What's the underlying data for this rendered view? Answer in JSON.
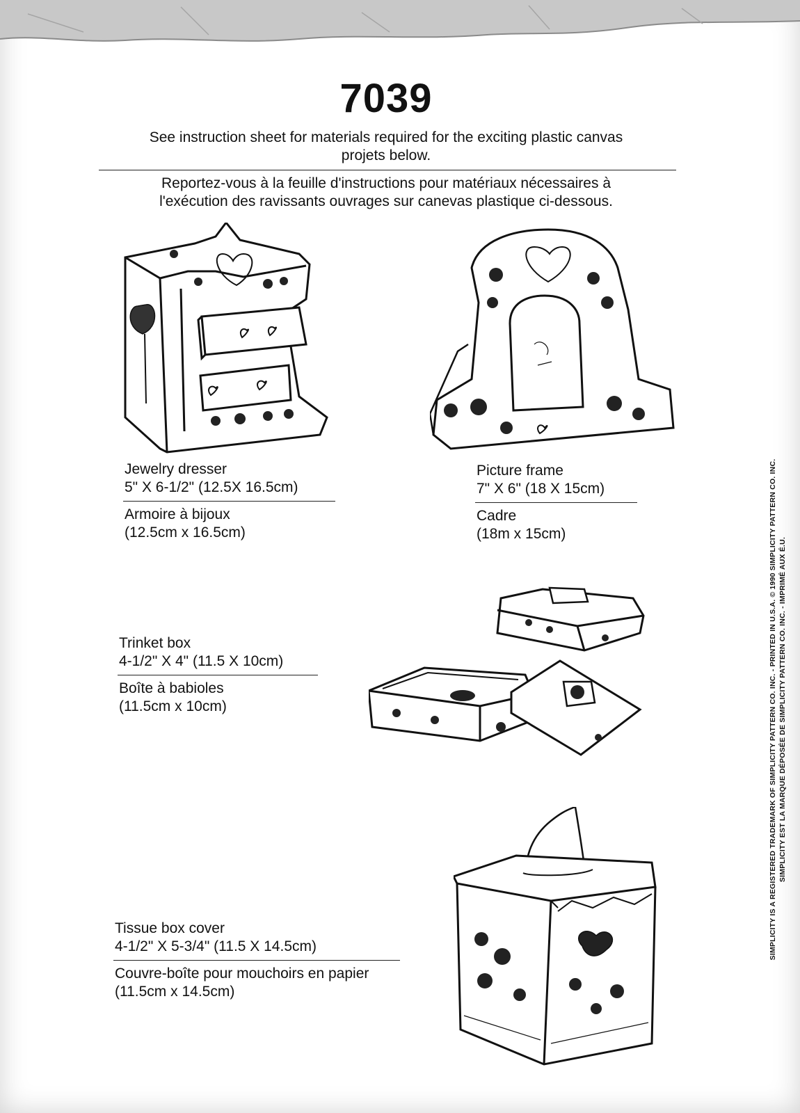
{
  "pattern_number": "7039",
  "intro": {
    "en_line1": "See instruction sheet for materials required for the exciting plastic canvas",
    "en_line2": "projets below.",
    "fr_line1": "Reportez-vous à la feuille d'instructions pour matériaux nécessaires à",
    "fr_line2": "l'exécution des ravissants ouvrages sur canevas plastique ci-dessous."
  },
  "projects": [
    {
      "name_en": "Jewelry dresser",
      "size_en": "5\" X 6-1/2\" (12.5X 16.5cm)",
      "name_fr": "Armoire à bijoux",
      "size_fr": "(12.5cm x 16.5cm)"
    },
    {
      "name_en": "Picture frame",
      "size_en": "7\" X 6\" (18 X 15cm)",
      "name_fr": "Cadre",
      "size_fr": "(18m x 15cm)"
    },
    {
      "name_en": "Trinket box",
      "size_en": "4-1/2\" X 4\" (11.5 X 10cm)",
      "name_fr": "Boîte à babioles",
      "size_fr": "(11.5cm x 10cm)"
    },
    {
      "name_en": "Tissue box cover",
      "size_en": "4-1/2\" X 5-3/4\" (11.5 X 14.5cm)",
      "name_fr": "Couvre-boîte pour mouchoirs en papier",
      "size_fr": "(11.5cm x 14.5cm)"
    }
  ],
  "legal": {
    "line1": "SIMPLICITY IS A REGISTERED TRADEMARK OF SIMPLICITY PATTERN CO. INC. - PRINTED IN U.S.A. © 1990 SIMPLICITY PATTERN CO. INC.",
    "line2": "SIMPLICITY EST LA MARQUE DÉPOSÉE DE SIMPLICITY PATTERN CO. INC. - IMPRIMÉ AUX É.U."
  },
  "illustrations": [
    "jewelry-dresser-drawing",
    "picture-frame-drawing",
    "trinket-box-drawing",
    "tissue-box-cover-drawing"
  ]
}
